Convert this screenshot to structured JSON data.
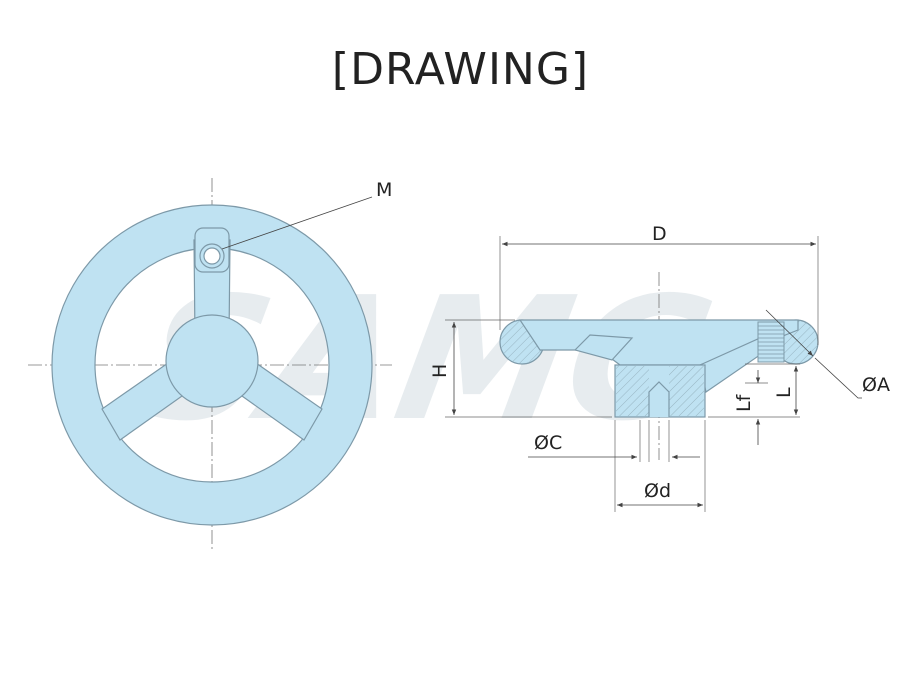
{
  "title": "[DRAWING]",
  "watermark": "SAMG",
  "colors": {
    "part_fill": "#bfe2f2",
    "outline": "#7d99a8",
    "dim_line": "#444444",
    "center_line": "#777777",
    "hatch": "#8ea9b6",
    "background": "#ffffff"
  },
  "labels": {
    "M": "M",
    "D": "D",
    "H": "H",
    "A": "ØA",
    "Lf": "Lf",
    "L": "L",
    "C": "ØC",
    "d": "Ød"
  }
}
